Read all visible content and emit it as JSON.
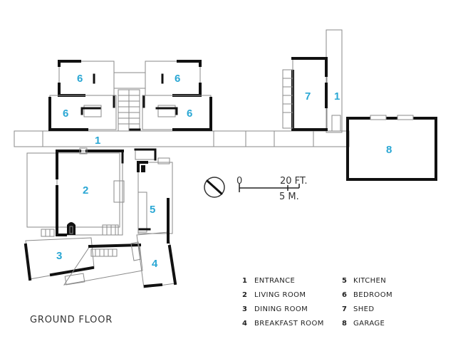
{
  "title": "GROUND FLOOR",
  "scale": {
    "left_label": "0",
    "right_label": "20 FT.",
    "metric_label": "5 M."
  },
  "room_numbers": {
    "entrance": "1",
    "entrance_shed": "1",
    "living": "2",
    "dining": "3",
    "breakfast": "4",
    "kitchen": "5",
    "bedroom_top_left": "6",
    "bedroom_top_right": "6",
    "bedroom_mid_left": "6",
    "bedroom_mid_right": "6",
    "shed": "7",
    "garage": "8"
  },
  "legend": [
    {
      "num": "1",
      "label": "ENTRANCE"
    },
    {
      "num": "2",
      "label": "LIVING ROOM"
    },
    {
      "num": "3",
      "label": "DINING ROOM"
    },
    {
      "num": "4",
      "label": "BREAKFAST ROOM"
    },
    {
      "num": "5",
      "label": "KITCHEN"
    },
    {
      "num": "6",
      "label": "BEDROOM"
    },
    {
      "num": "7",
      "label": "SHED"
    },
    {
      "num": "8",
      "label": "GARAGE"
    }
  ],
  "colors": {
    "accent": "#2aa7d4",
    "wall": "#111111",
    "outline": "#8a8a8a"
  }
}
